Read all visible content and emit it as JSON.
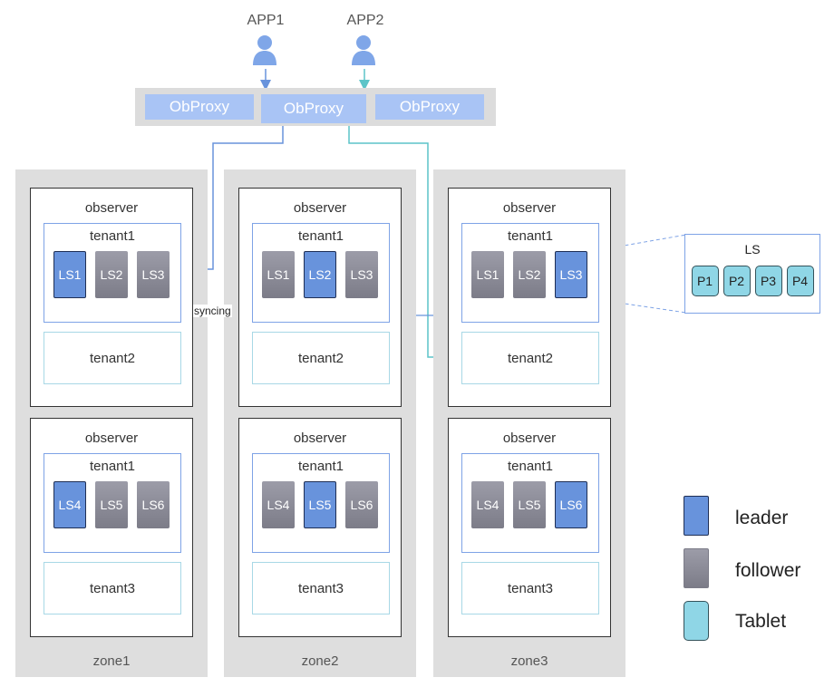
{
  "apps": [
    {
      "label": "APP1"
    },
    {
      "label": "APP2"
    }
  ],
  "proxies": [
    "ObProxy",
    "ObProxy",
    "ObProxy"
  ],
  "zones": [
    {
      "label": "zone1",
      "observers": [
        {
          "label": "observer",
          "tenant1": "tenant1",
          "ls": [
            "LS1",
            "LS2",
            "LS3"
          ],
          "leader": 0,
          "lower_tenant": "tenant2"
        },
        {
          "label": "observer",
          "tenant1": "tenant1",
          "ls": [
            "LS4",
            "LS5",
            "LS6"
          ],
          "leader": 0,
          "lower_tenant": "tenant3"
        }
      ]
    },
    {
      "label": "zone2",
      "observers": [
        {
          "label": "observer",
          "tenant1": "tenant1",
          "ls": [
            "LS1",
            "LS2",
            "LS3"
          ],
          "leader": 1,
          "lower_tenant": "tenant2"
        },
        {
          "label": "observer",
          "tenant1": "tenant1",
          "ls": [
            "LS4",
            "LS5",
            "LS6"
          ],
          "leader": 1,
          "lower_tenant": "tenant3"
        }
      ]
    },
    {
      "label": "zone3",
      "observers": [
        {
          "label": "observer",
          "tenant1": "tenant1",
          "ls": [
            "LS1",
            "LS2",
            "LS3"
          ],
          "leader": 2,
          "lower_tenant": "tenant2"
        },
        {
          "label": "observer",
          "tenant1": "tenant1",
          "ls": [
            "LS4",
            "LS5",
            "LS6"
          ],
          "leader": 2,
          "lower_tenant": "tenant3"
        }
      ]
    }
  ],
  "syncing_label": "syncing",
  "ls_detail": {
    "title": "LS",
    "tablets": [
      "P1",
      "P2",
      "P3",
      "P4"
    ]
  },
  "legend": [
    {
      "label": "leader",
      "color": "#6893dc"
    },
    {
      "label": "follower",
      "color": "#8a8a96"
    },
    {
      "label": "Tablet",
      "color": "#8fd6e6"
    }
  ],
  "colors": {
    "app1_arrow": "#6893dc",
    "app2_arrow": "#5cc4c8",
    "sync_line": "#6893dc"
  }
}
